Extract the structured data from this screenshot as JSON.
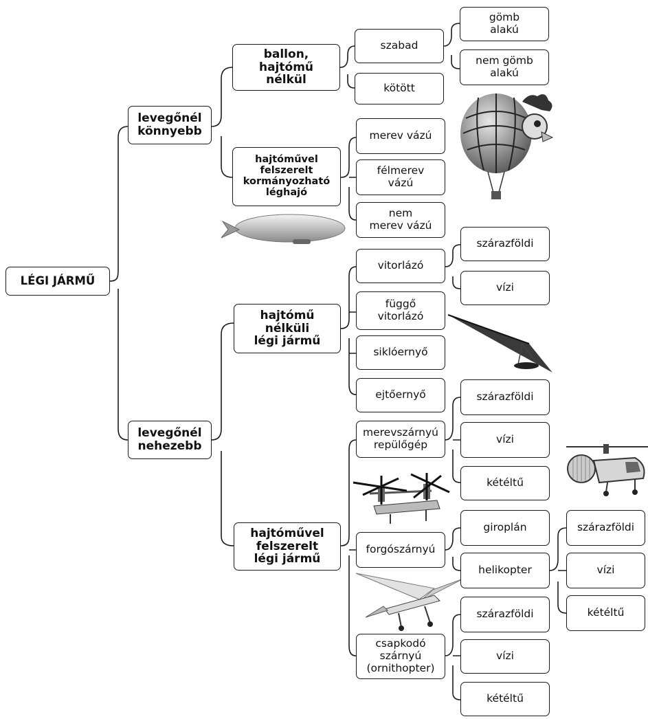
{
  "nodes": {
    "root": "LÉGI JÁRMŰ",
    "lighter": "levegőnél\nkönnyebb",
    "heavier": "levegőnél\nnehezebb",
    "balloon": "ballon,\nhajtómű\nnélkül",
    "airship": "hajtóművel\nfelszerelt\nkormányozható\nléghajó",
    "free": "szabad",
    "tethered": "kötött",
    "spherical": "gömb\nalakú",
    "nonspherical": "nem gömb\nalakú",
    "rigid": "merev vázú",
    "semirigid": "félmerev\nvázú",
    "nonrigid": "nem\nmerev vázú",
    "unpowered": "hajtómű\nnélküli\nlégi jármű",
    "powered": "hajtóművel\nfelszerelt\nlégi jármű",
    "glider": "vitorlázó",
    "glider_land": "szárazföldi",
    "glider_water": "vízi",
    "hangglider": "függő\nvitorlázó",
    "paraglider": "siklóernyő",
    "parachute": "ejtőernyő",
    "fixedwing": "merevszárnyú\nrepülőgép",
    "fixed_land": "szárazföldi",
    "fixed_water": "vízi",
    "fixed_amphib": "kétéltű",
    "rotary": "forgószárnyú",
    "autogyro": "giroplán",
    "helicopter": "helikopter",
    "heli_land": "szárazföldi",
    "heli_water": "vízi",
    "heli_amphib": "kétéltű",
    "ornithopter": "csapkodó\nszárnyú\n(ornithopter)",
    "orni_land": "szárazföldi",
    "orni_water": "vízi",
    "orni_amphib": "kétéltű"
  }
}
